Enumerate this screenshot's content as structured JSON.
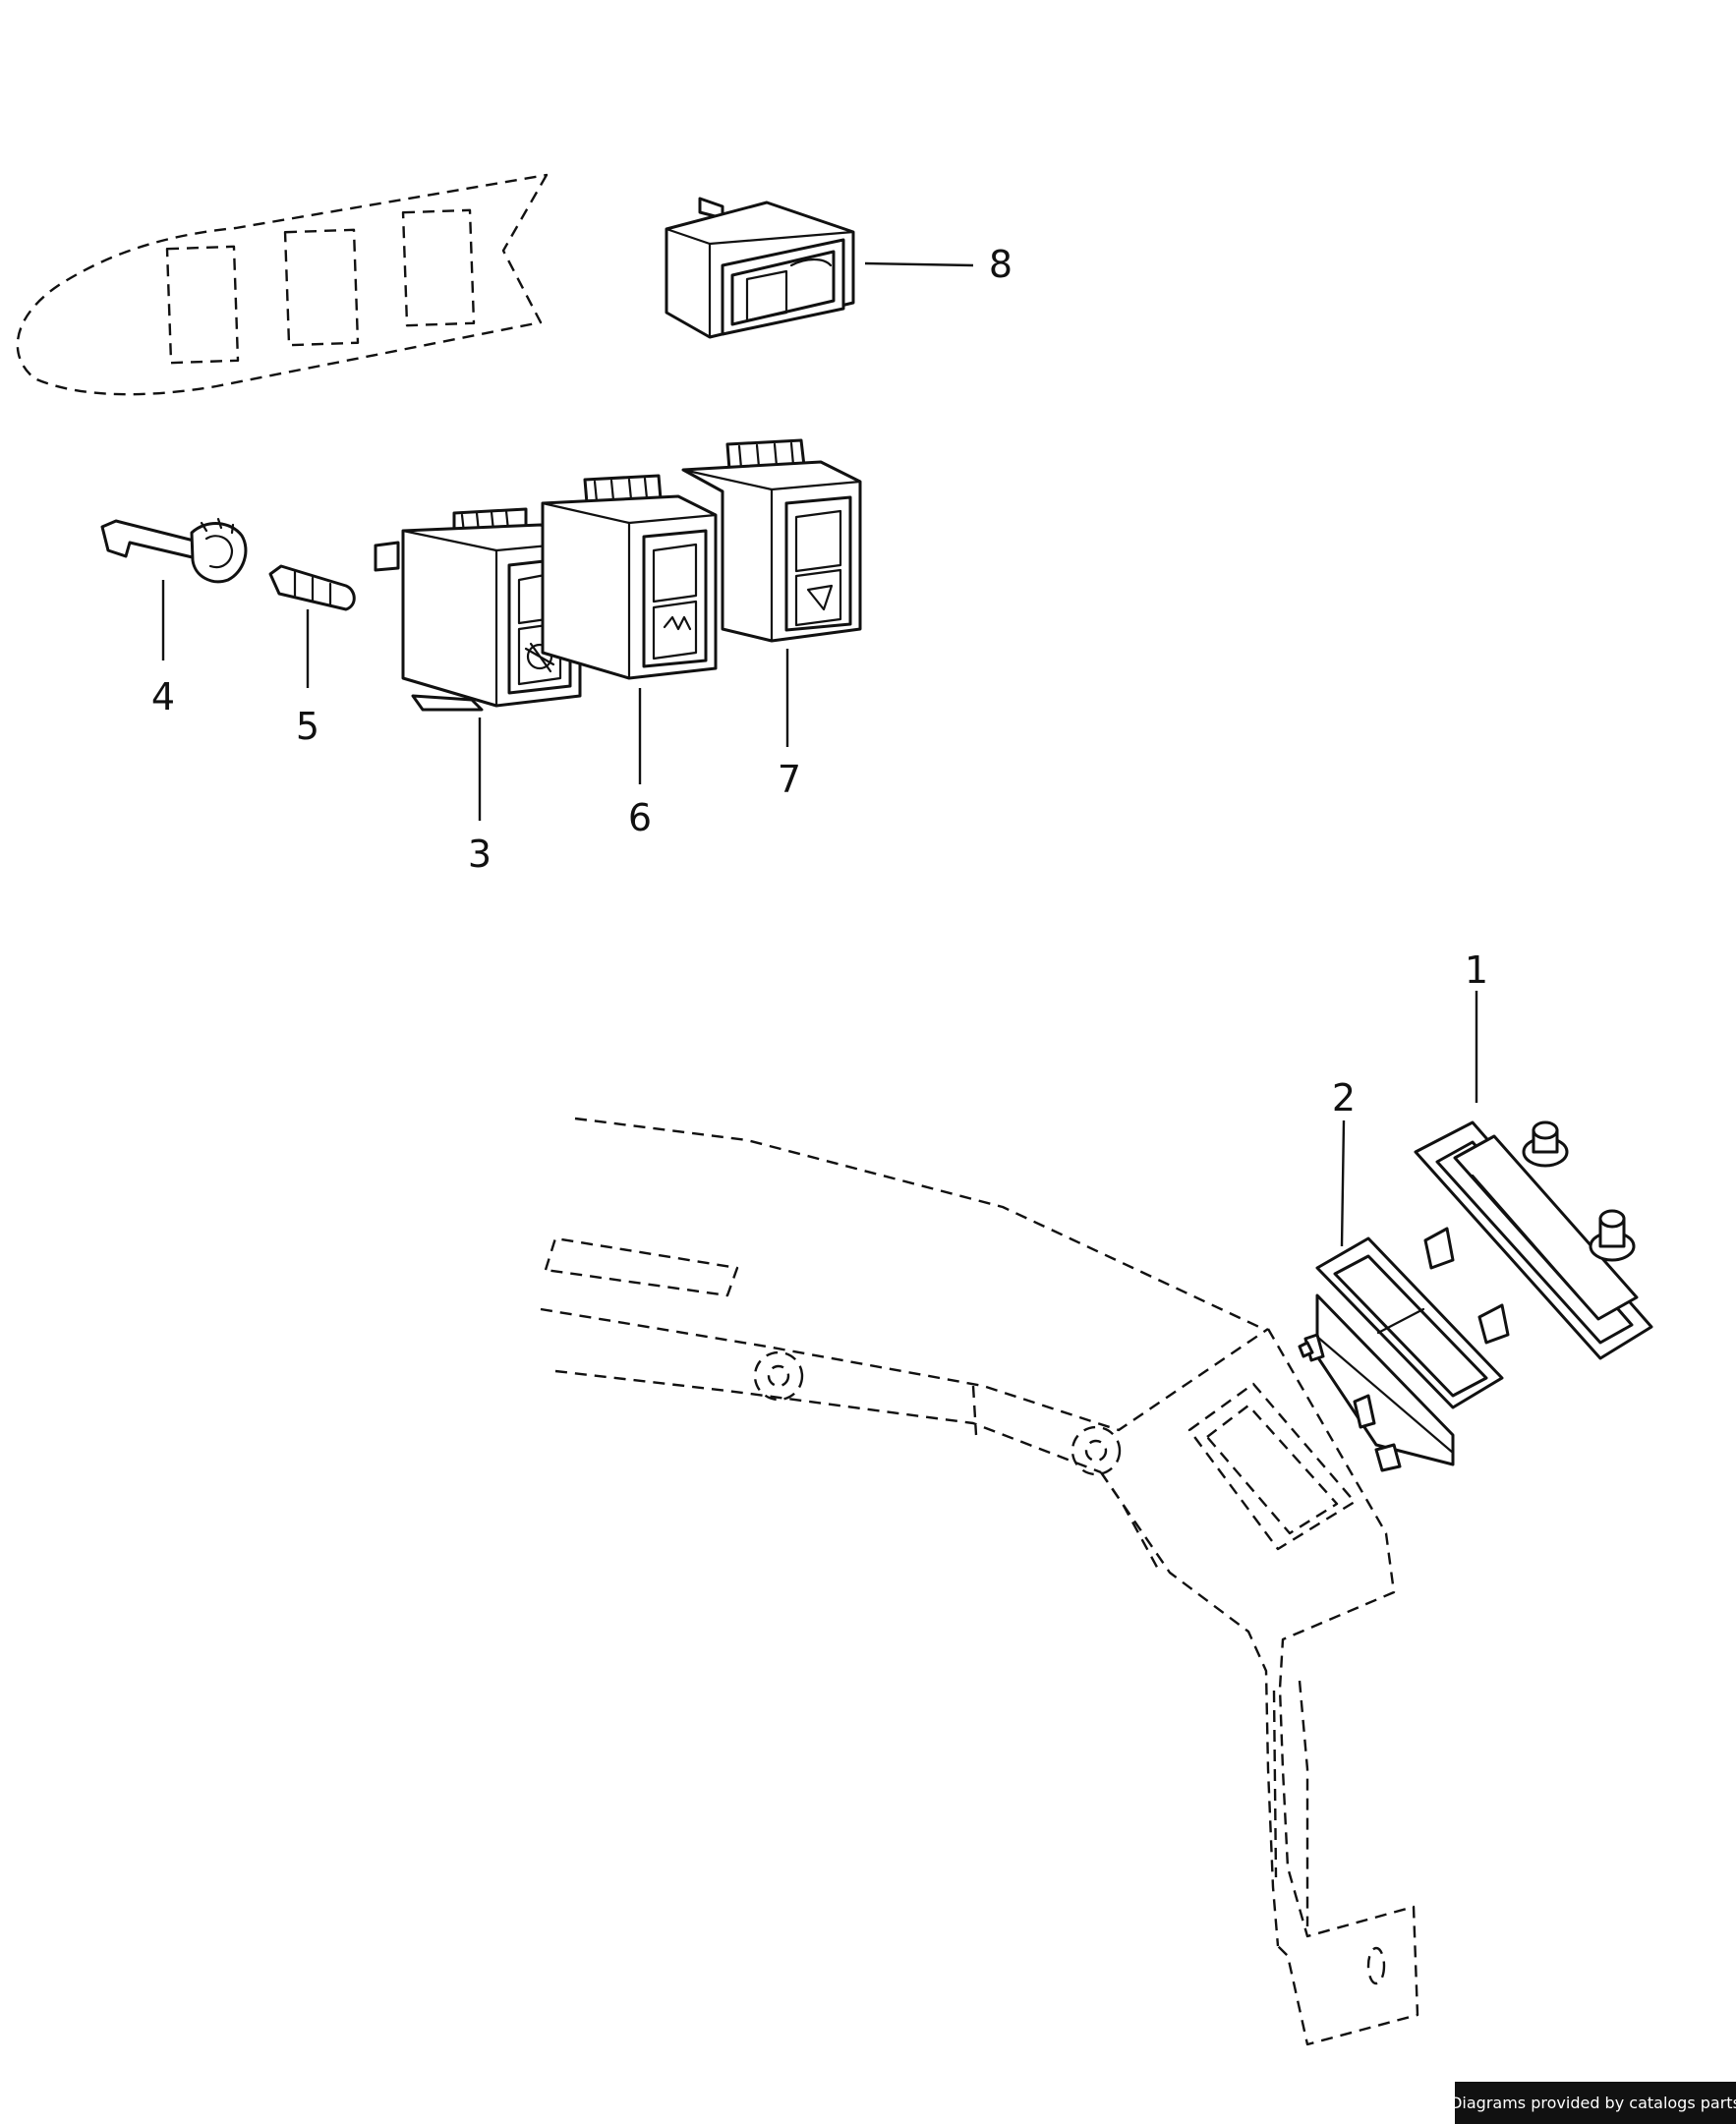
{
  "callouts": {
    "p1": "1",
    "p2": "2",
    "p3": "3",
    "p4": "4",
    "p5": "5",
    "p6": "6",
    "p7": "7",
    "p8": "8"
  },
  "credit": "Diagrams provided by catalogs parts",
  "colors": {
    "ink": "#111111",
    "paper": "#ffffff",
    "badge": "#111111"
  }
}
